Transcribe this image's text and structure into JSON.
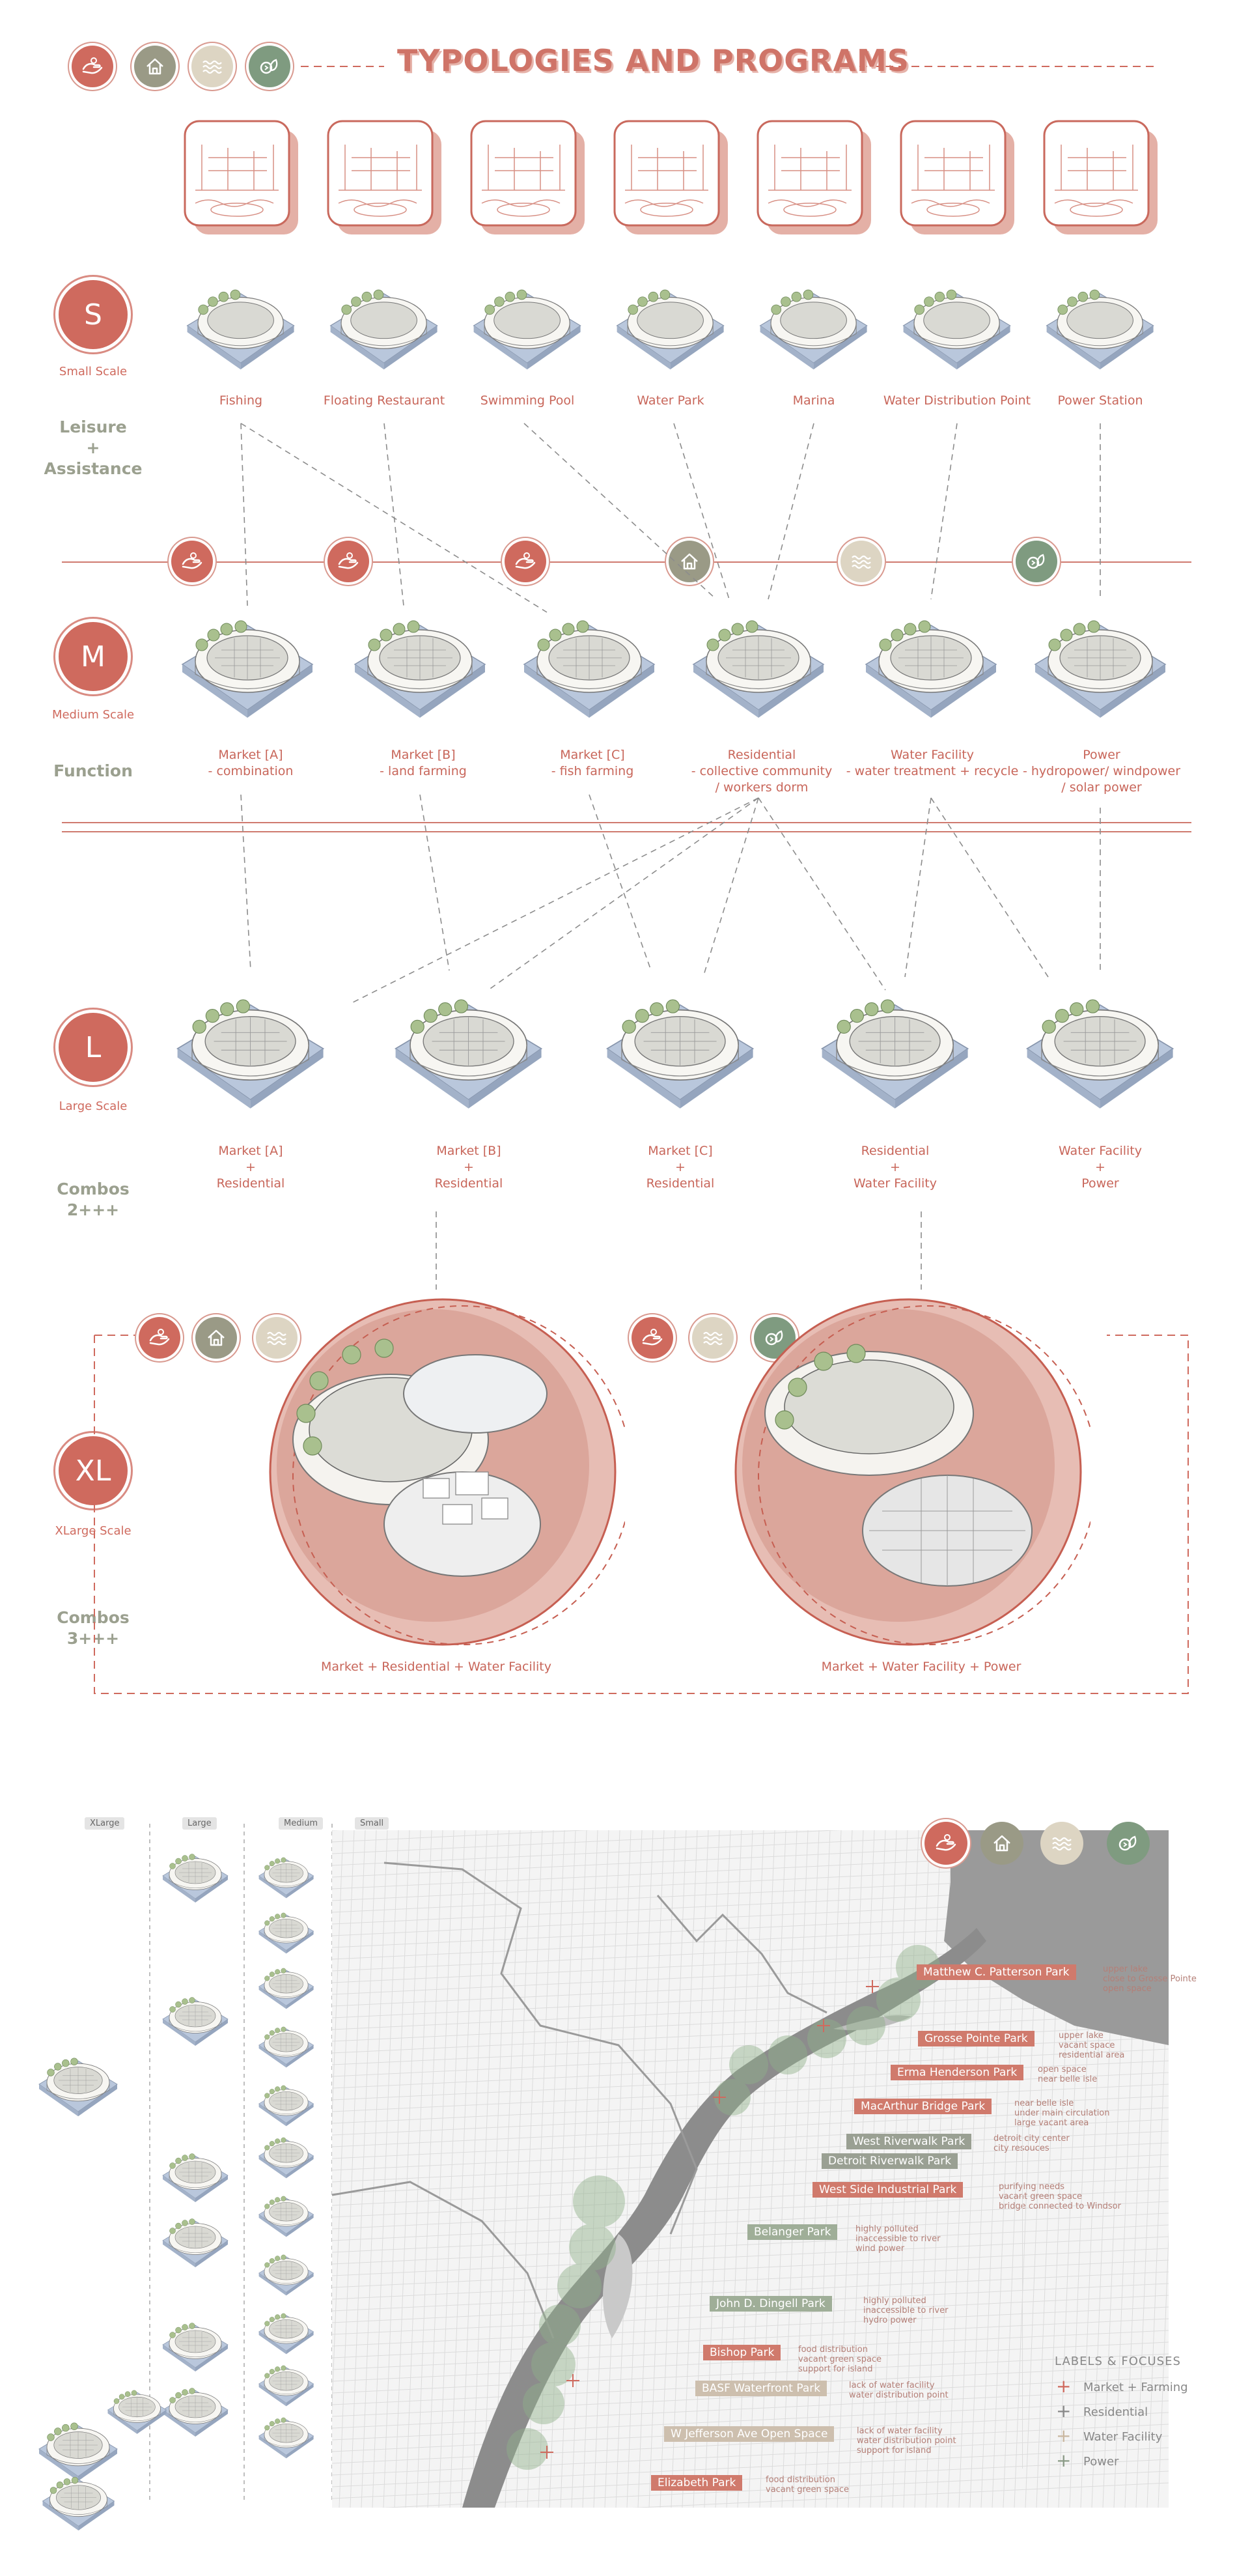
{
  "title": "TYPOLOGIES AND PROGRAMS",
  "icons": {
    "market": "market-hand-icon",
    "residential": "house-icon",
    "water": "water-waves-icon",
    "power": "power-icon"
  },
  "colors": {
    "accent": "#cf6a5e",
    "residential": "#9a9a86",
    "water": "#ddd5c3",
    "power": "#7f9b80",
    "platform": "#b9c7dc"
  },
  "scales": {
    "s": {
      "letter": "S",
      "caption": "Small Scale",
      "heading": "Leisure\n+\nAssistance"
    },
    "m": {
      "letter": "M",
      "caption": "Medium Scale",
      "heading": "Function"
    },
    "l": {
      "letter": "L",
      "caption": "Large Scale",
      "heading": "Combos\n2+++"
    },
    "xl": {
      "letter": "XL",
      "caption": "XLarge Scale",
      "heading": "Combos\n3+++"
    }
  },
  "small": [
    "Fishing",
    "Floating Restaurant",
    "Swimming Pool",
    "Water Park",
    "Marina",
    "Water Distribution Point",
    "Power Station"
  ],
  "medium": [
    "Market [A]\n- combination",
    "Market [B]\n- land farming",
    "Market [C]\n- fish farming",
    "Residential\n- collective community\n/ workers dorm",
    "Water Facility\n- water treatment + recycle",
    "Power\n- hydropower/ windpower\n/ solar power"
  ],
  "large": [
    "Market [A]\n+\nResidential",
    "Market [B]\n+\nResidential",
    "Market [C]\n+\nResidential",
    "Residential\n+\nWater Facility",
    "Water Facility\n+\nPower"
  ],
  "xlarge": [
    "Market + Residential + Water Facility",
    "Market + Water Facility + Power"
  ],
  "columns": [
    "XLarge",
    "Large",
    "Medium",
    "Small"
  ],
  "parks": [
    {
      "name": "Matthew C. Patterson Park",
      "notes": "upper lake\nclose to Grosse Pointe\nopen space"
    },
    {
      "name": "Grosse Pointe Park",
      "notes": "upper lake\nvacant space\nresidential area"
    },
    {
      "name": "Erma Henderson Park",
      "notes": "open space\nnear belle isle"
    },
    {
      "name": "MacArthur Bridge Park",
      "notes": "near belle isle\nunder main circulation\nlarge vacant area"
    },
    {
      "name": "West Riverwalk Park",
      "notes": "detroit city center\ncity resouces"
    },
    {
      "name": "Detroit Riverwalk Park",
      "notes": ""
    },
    {
      "name": "West Side Industrial Park",
      "notes": "purifying needs\nvacant green space\nbridge connected to Windsor"
    },
    {
      "name": "Belanger Park",
      "notes": "highly polluted\ninaccessible to river\nwind power"
    },
    {
      "name": "John D. Dingell Park",
      "notes": "highly polluted\ninaccessible to river\nhydro power"
    },
    {
      "name": "Bishop Park",
      "notes": "food distribution\nvacant green space\nsupport for island"
    },
    {
      "name": "BASF Waterfront Park",
      "notes": "lack of water facility\nwater distribution point"
    },
    {
      "name": "W Jefferson Ave Open Space",
      "notes": "lack of water facility\nwater distribution point\nsupport for island"
    },
    {
      "name": "Elizabeth Park",
      "notes": "food distribution\nvacant green space"
    }
  ],
  "legend": {
    "title": "LABELS & FOCUSES",
    "items": [
      "Market + Farming",
      "Residential",
      "Water Facility",
      "Power"
    ]
  }
}
